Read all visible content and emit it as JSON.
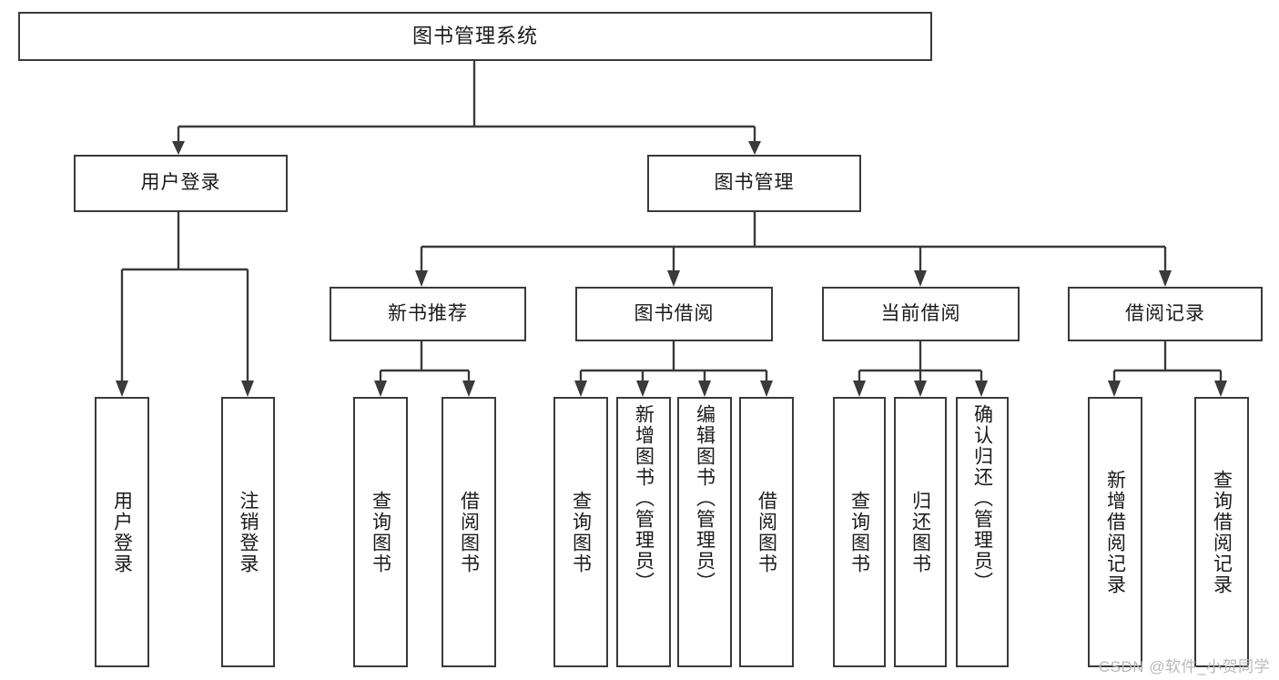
{
  "diagram": {
    "type": "tree",
    "title": "图书管理系统",
    "watermark": "CSDN @软件_小贺同学",
    "root": {
      "label": "图书管理系统"
    },
    "level1": [
      {
        "label": "用户登录"
      },
      {
        "label": "图书管理"
      }
    ],
    "level2": [
      {
        "label": "新书推荐"
      },
      {
        "label": "图书借阅"
      },
      {
        "label": "当前借阅"
      },
      {
        "label": "借阅记录"
      }
    ],
    "leaves": {
      "user_login": [
        {
          "label": "用户登录"
        },
        {
          "label": "注销登录"
        }
      ],
      "new_book_recommend": [
        {
          "label": "查询图书"
        },
        {
          "label": "借阅图书"
        }
      ],
      "book_borrow": [
        {
          "label": "查询图书"
        },
        {
          "label": "新增图书（管理员）"
        },
        {
          "label": "编辑图书（管理员）"
        },
        {
          "label": "借阅图书"
        }
      ],
      "current_borrow": [
        {
          "label": "查询图书"
        },
        {
          "label": "归还图书"
        },
        {
          "label": "确认归还（管理员）"
        }
      ],
      "borrow_record": [
        {
          "label": "新增借阅记录"
        },
        {
          "label": "查询借阅记录"
        }
      ]
    },
    "colors": {
      "stroke": "#3a3a3a",
      "fill": "#ffffff",
      "text": "#1a1a1a",
      "watermark": "#b9b9b9"
    }
  }
}
